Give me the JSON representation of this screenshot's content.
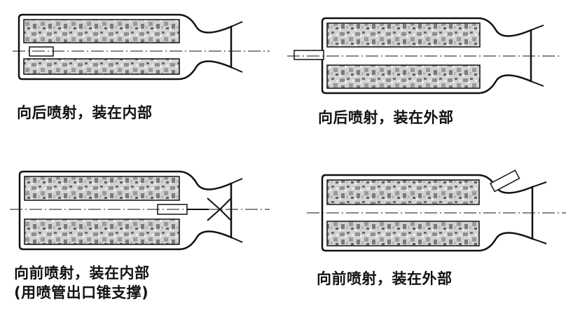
{
  "figure": {
    "panels": [
      {
        "id": "rear-internal",
        "caption": "向后喷射，装在内部"
      },
      {
        "id": "rear-external",
        "caption": "向后喷射，装在外部"
      },
      {
        "id": "front-internal",
        "caption": "向前喷射，装在内部",
        "caption_line2": "(用喷管出口锥支撑)"
      },
      {
        "id": "front-external",
        "caption": "向前喷射，装在外部"
      }
    ],
    "colors": {
      "line": "#111111",
      "grain": "#a8a8a8",
      "grain_dark": "#5a5a5a",
      "background": "#ffffff"
    }
  }
}
